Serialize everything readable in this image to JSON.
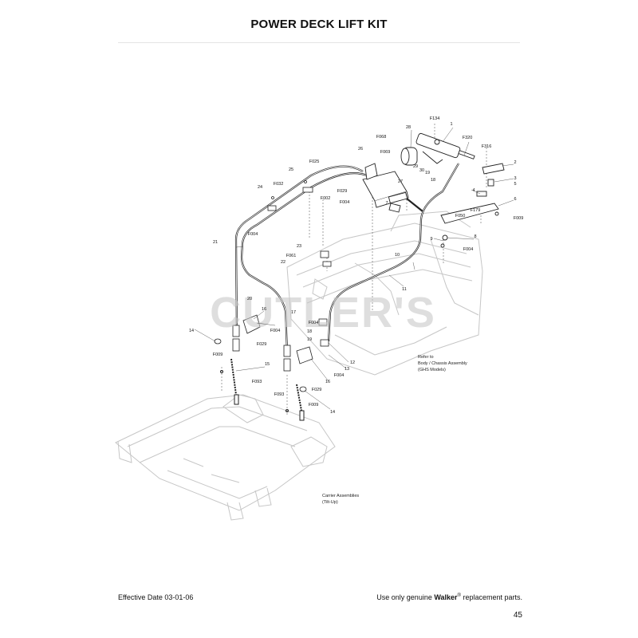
{
  "page": {
    "title": "POWER DECK LIFT KIT",
    "effective_date": "Effective Date 03-01-06",
    "footer_pre": "Use only genuine ",
    "footer_brand": "Walker",
    "footer_reg": "®",
    "footer_post": " replacement parts.",
    "page_number": "45",
    "watermark": "CUTLER'S"
  },
  "notes": {
    "chassis_1": "Refer to",
    "chassis_2": "Body / Chassis Assembly",
    "chassis_3": "(GHS Models)",
    "carrier_1": "Carrier Assemblies",
    "carrier_2": "(Tilt-Up)"
  },
  "callouts": [
    "F134",
    "1",
    "28",
    "F320",
    "F316",
    "2",
    "3",
    "5",
    "F068",
    "F069",
    "26",
    "29",
    "30",
    "19",
    "18",
    "27",
    "F025",
    "25",
    "24",
    "F032",
    "F029",
    "F002",
    "F004",
    "7",
    "4",
    "6",
    "F179",
    "F050",
    "F009",
    "8",
    "9",
    "F004",
    "F004",
    "21",
    "23",
    "F061",
    "22",
    "10",
    "11",
    "20",
    "16",
    "F004",
    "14",
    "F029",
    "17",
    "F004",
    "18",
    "19",
    "12",
    "13",
    "F004",
    "F009",
    "15",
    "F093",
    "F093",
    "16",
    "F029",
    "F009",
    "14"
  ]
}
